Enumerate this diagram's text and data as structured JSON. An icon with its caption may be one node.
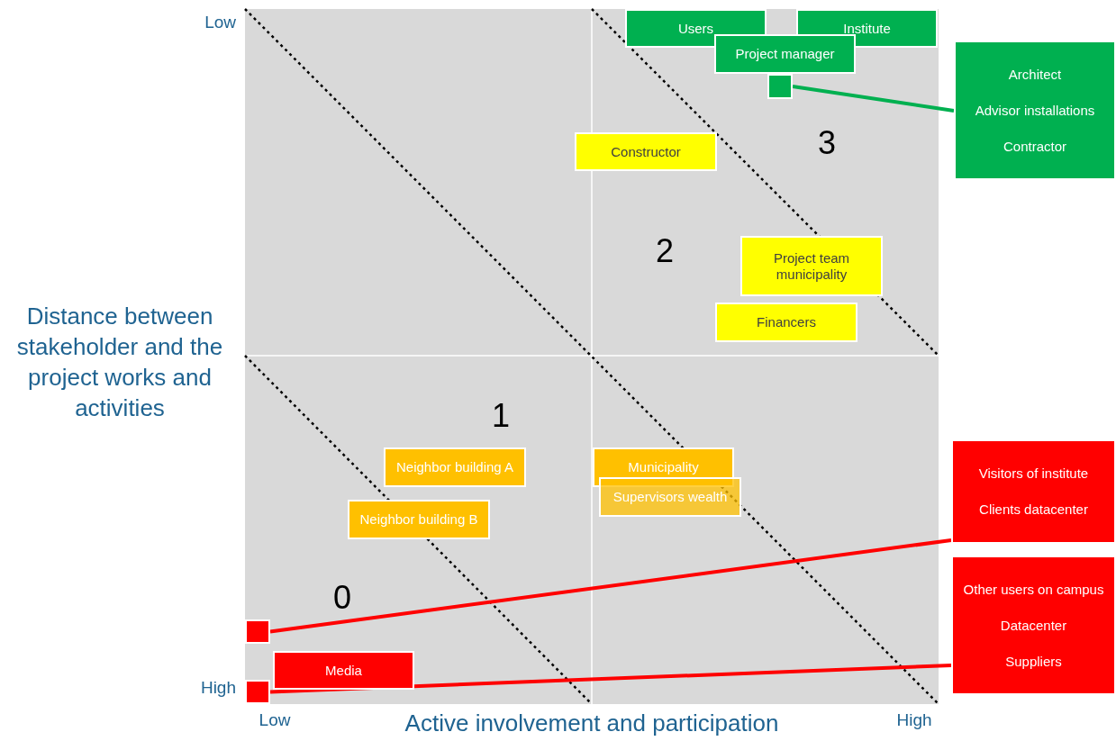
{
  "diagram": {
    "nodes": [
      {
        "text": [
          "Users"
        ]
      },
      {
        "text": [
          "Institute"
        ]
      },
      {
        "text": [
          "Project manager"
        ]
      },
      {
        "text": [],
        "shape": "box"
      },
      {
        "text": [
          "Architect",
          "Advisor installations",
          "Contractor"
        ]
      },
      {
        "text": [
          "Constructor"
        ]
      },
      {
        "text": [
          "Project team municipality"
        ]
      },
      {
        "text": [
          "Financers"
        ]
      },
      {
        "text": [
          "Neighbor building A"
        ]
      },
      {
        "text": [
          "Neighbor building B"
        ]
      },
      {
        "text": [
          "Municipality"
        ]
      },
      {
        "text": [
          "Supervisors wealth"
        ]
      },
      {
        "text": [],
        "shape": "box"
      },
      {
        "text": [
          "Media"
        ]
      },
      {
        "text": [],
        "shape": "box"
      },
      {
        "text": [
          "Visitors of institute",
          "Clients datacenter"
        ]
      },
      {
        "text": [
          "Other users on campus",
          "Datacenter",
          "Suppliers"
        ]
      }
    ],
    "edges": [
      {
        "from": 3,
        "to": 4,
        "arrow": "none",
        "color": "#00b050"
      },
      {
        "from": 12,
        "to": 15,
        "arrow": "none"
      },
      {
        "from": 14,
        "to": 16,
        "arrow": "none"
      }
    ],
    "labels": [
      "Low",
      "3",
      "2",
      "Distance between stakeholder and the project works and activities",
      "1",
      "0",
      "High",
      "Low",
      "Active involvement and participation",
      "High"
    ]
  }
}
